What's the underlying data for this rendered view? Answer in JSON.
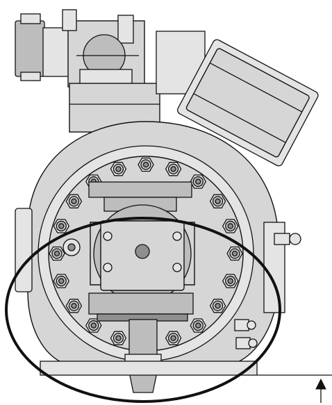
{
  "figure": {
    "subject": "compressor-front-view",
    "colors": {
      "line": "#111111",
      "body_fill": "#d6d6d6",
      "light_fill": "#e4e4e4",
      "mid_fill": "#bdbdbd",
      "dark_fill": "#8f8f8f",
      "background": "#ffffff"
    },
    "flange_bolt_count": 20,
    "highlight": "ellipse-around-lower-flange",
    "dimension_marker": "upward-arrow-at-base"
  }
}
